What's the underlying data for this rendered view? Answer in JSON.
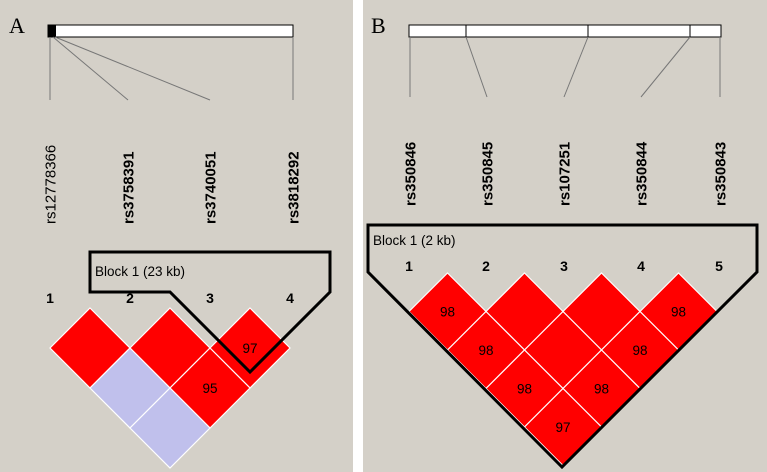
{
  "panel_a": {
    "label": "A",
    "snps": [
      {
        "name": "rs12778366",
        "bold": false
      },
      {
        "name": "rs3758391",
        "bold": true
      },
      {
        "name": "rs3740051",
        "bold": true
      },
      {
        "name": "rs3818292",
        "bold": true
      }
    ],
    "indices": [
      "1",
      "2",
      "3",
      "4"
    ],
    "block_label": "Block 1 (23 kb)",
    "cells": [
      {
        "i": 1,
        "j": 2,
        "color": "#ff0000",
        "value": ""
      },
      {
        "i": 2,
        "j": 3,
        "color": "#ff0000",
        "value": ""
      },
      {
        "i": 3,
        "j": 4,
        "color": "#ff0000",
        "value": "97"
      },
      {
        "i": 1,
        "j": 3,
        "color": "#c0c0ec",
        "value": ""
      },
      {
        "i": 2,
        "j": 4,
        "color": "#ff0000",
        "value": "95"
      },
      {
        "i": 1,
        "j": 4,
        "color": "#c0c0ec",
        "value": ""
      }
    ]
  },
  "panel_b": {
    "label": "B",
    "snps": [
      {
        "name": "rs350846",
        "bold": true
      },
      {
        "name": "rs350845",
        "bold": true
      },
      {
        "name": "rs107251",
        "bold": true
      },
      {
        "name": "rs350844",
        "bold": true
      },
      {
        "name": "rs350843",
        "bold": true
      }
    ],
    "indices": [
      "1",
      "2",
      "3",
      "4",
      "5"
    ],
    "block_label": "Block 1 (2 kb)",
    "cells": [
      {
        "i": 1,
        "j": 2,
        "color": "#ff0000",
        "value": "98"
      },
      {
        "i": 2,
        "j": 3,
        "color": "#ff0000",
        "value": ""
      },
      {
        "i": 3,
        "j": 4,
        "color": "#ff0000",
        "value": ""
      },
      {
        "i": 4,
        "j": 5,
        "color": "#ff0000",
        "value": "98"
      },
      {
        "i": 1,
        "j": 3,
        "color": "#ff0000",
        "value": "98"
      },
      {
        "i": 2,
        "j": 4,
        "color": "#ff0000",
        "value": ""
      },
      {
        "i": 3,
        "j": 5,
        "color": "#ff0000",
        "value": "98"
      },
      {
        "i": 1,
        "j": 4,
        "color": "#ff0000",
        "value": "98"
      },
      {
        "i": 2,
        "j": 5,
        "color": "#ff0000",
        "value": "98"
      },
      {
        "i": 1,
        "j": 5,
        "color": "#ff0000",
        "value": "97"
      }
    ]
  },
  "colors": {
    "panel_bg": "#d4d0c8",
    "strong_ld": "#ff0000",
    "weak_ld": "#c0c0ec",
    "outline": "#000000"
  }
}
